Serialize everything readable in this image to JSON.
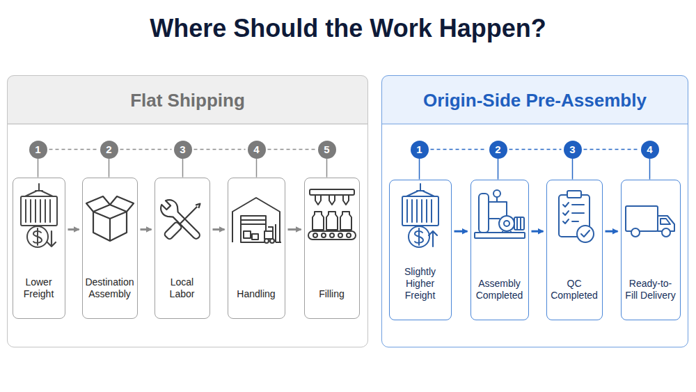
{
  "diagram": {
    "title": "Where Should the Work Happen?",
    "nodes": [
      {
        "text": [
          "Flat Shipping"
        ]
      },
      {
        "text": [
          "1"
        ],
        "in": 0
      },
      {
        "text": [
          "2"
        ],
        "in": 0
      },
      {
        "text": [
          "3"
        ],
        "in": 0
      },
      {
        "text": [
          "4"
        ],
        "in": 0
      },
      {
        "text": [
          "5"
        ],
        "in": 0
      },
      {
        "text": [
          "Lower Freight"
        ],
        "in": 0
      },
      {
        "text": [
          "Destination Assembly"
        ],
        "in": 0
      },
      {
        "text": [
          "Local Labor"
        ],
        "in": 0
      },
      {
        "text": [
          "Handling"
        ],
        "in": 0
      },
      {
        "text": [
          "Filling"
        ],
        "in": 0
      },
      {
        "text": [
          "Origin-Side Pre-Assembly"
        ]
      },
      {
        "text": [
          "1"
        ],
        "in": 11
      },
      {
        "text": [
          "2"
        ],
        "in": 11
      },
      {
        "text": [
          "3"
        ],
        "in": 11
      },
      {
        "text": [
          "4"
        ],
        "in": 11
      },
      {
        "text": [
          "Slightly Higher Freight"
        ],
        "in": 11
      },
      {
        "text": [
          "Assembly Completed"
        ],
        "in": 11
      },
      {
        "text": [
          "QC Completed"
        ],
        "in": 11
      },
      {
        "text": [
          "Ready-to-Fill Delivery"
        ],
        "in": 11
      }
    ],
    "edges": [
      {
        "from": 1,
        "to": 2,
        "arrow": "none"
      },
      {
        "from": 2,
        "to": 3,
        "arrow": "none"
      },
      {
        "from": 3,
        "to": 4,
        "arrow": "none"
      },
      {
        "from": 4,
        "to": 5,
        "arrow": "none"
      },
      {
        "from": 1,
        "to": 6,
        "arrow": "none"
      },
      {
        "from": 2,
        "to": 7,
        "arrow": "none"
      },
      {
        "from": 3,
        "to": 8,
        "arrow": "none"
      },
      {
        "from": 4,
        "to": 9,
        "arrow": "none"
      },
      {
        "from": 5,
        "to": 10,
        "arrow": "none"
      },
      {
        "from": 6,
        "to": 7,
        "arrow": "to"
      },
      {
        "from": 7,
        "to": 8,
        "arrow": "to"
      },
      {
        "from": 8,
        "to": 9,
        "arrow": "to"
      },
      {
        "from": 9,
        "to": 10,
        "arrow": "to"
      },
      {
        "from": 12,
        "to": 13,
        "arrow": "none"
      },
      {
        "from": 13,
        "to": 14,
        "arrow": "none"
      },
      {
        "from": 14,
        "to": 15,
        "arrow": "none"
      },
      {
        "from": 12,
        "to": 16,
        "arrow": "none"
      },
      {
        "from": 13,
        "to": 17,
        "arrow": "none"
      },
      {
        "from": 14,
        "to": 18,
        "arrow": "none"
      },
      {
        "from": 15,
        "to": 19,
        "arrow": "none"
      },
      {
        "from": 16,
        "to": 17,
        "arrow": "to"
      },
      {
        "from": 17,
        "to": 18,
        "arrow": "to"
      },
      {
        "from": 18,
        "to": 19,
        "arrow": "to"
      }
    ]
  }
}
